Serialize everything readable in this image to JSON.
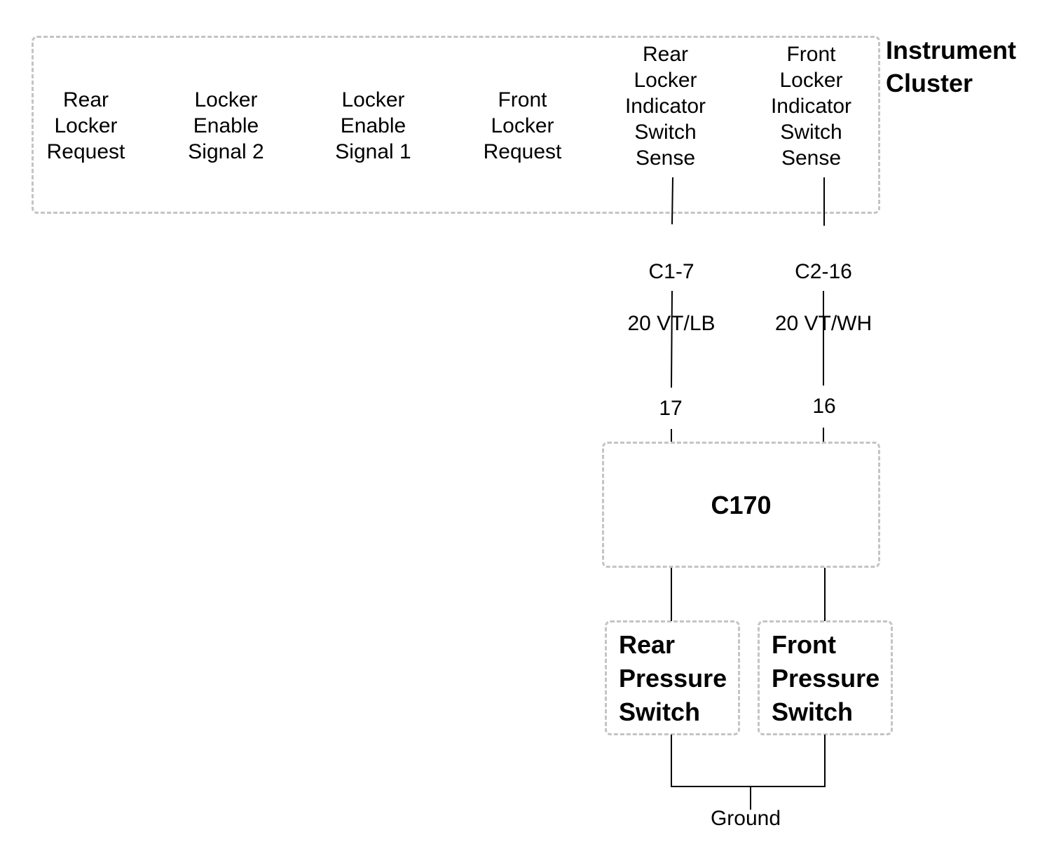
{
  "instrument_cluster": {
    "title": "Instrument\nCluster",
    "pins": [
      {
        "label": "Rear\nLocker\nRequest"
      },
      {
        "label": "Locker\nEnable\nSignal 2"
      },
      {
        "label": "Locker\nEnable\nSignal 1"
      },
      {
        "label": "Front\nLocker\nRequest"
      },
      {
        "label": "Rear\nLocker\nIndicator\nSwitch\nSense"
      },
      {
        "label": "Front\nLocker\nIndicator\nSwitch\nSense"
      }
    ]
  },
  "wires": {
    "rear": {
      "connector": "C1-7",
      "spec": "20 VT/LB",
      "pin": "17"
    },
    "front": {
      "connector": "C2-16",
      "spec": "20 VT/WH",
      "pin": "16"
    }
  },
  "connector": {
    "label": "C170"
  },
  "switches": {
    "rear": "Rear\nPressure\nSwitch",
    "front": "Front\nPressure\nSwitch"
  },
  "ground": {
    "label": "Ground"
  },
  "colors": {
    "dashed_border": "#c4c4c4",
    "wire": "#000000"
  }
}
